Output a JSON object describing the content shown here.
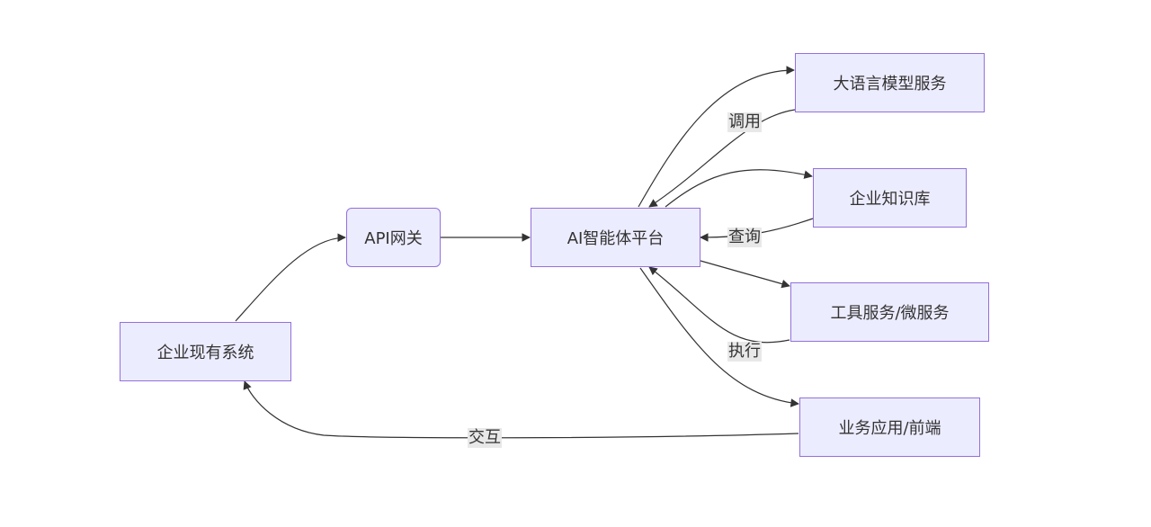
{
  "nodes": {
    "enterprise_system": "企业现有系统",
    "api_gateway": "API网关",
    "ai_platform": "AI智能体平台",
    "llm_service": "大语言模型服务",
    "knowledge_base": "企业知识库",
    "tool_service": "工具服务/微服务",
    "business_app": "业务应用/前端"
  },
  "edge_labels": {
    "call": "调用",
    "query": "查询",
    "execute": "执行",
    "interact": "交互"
  },
  "colors": {
    "node_fill": "#ECECFF",
    "node_border": "#9370DB",
    "edge": "#333333",
    "label_bg": "#e8e8e8"
  }
}
